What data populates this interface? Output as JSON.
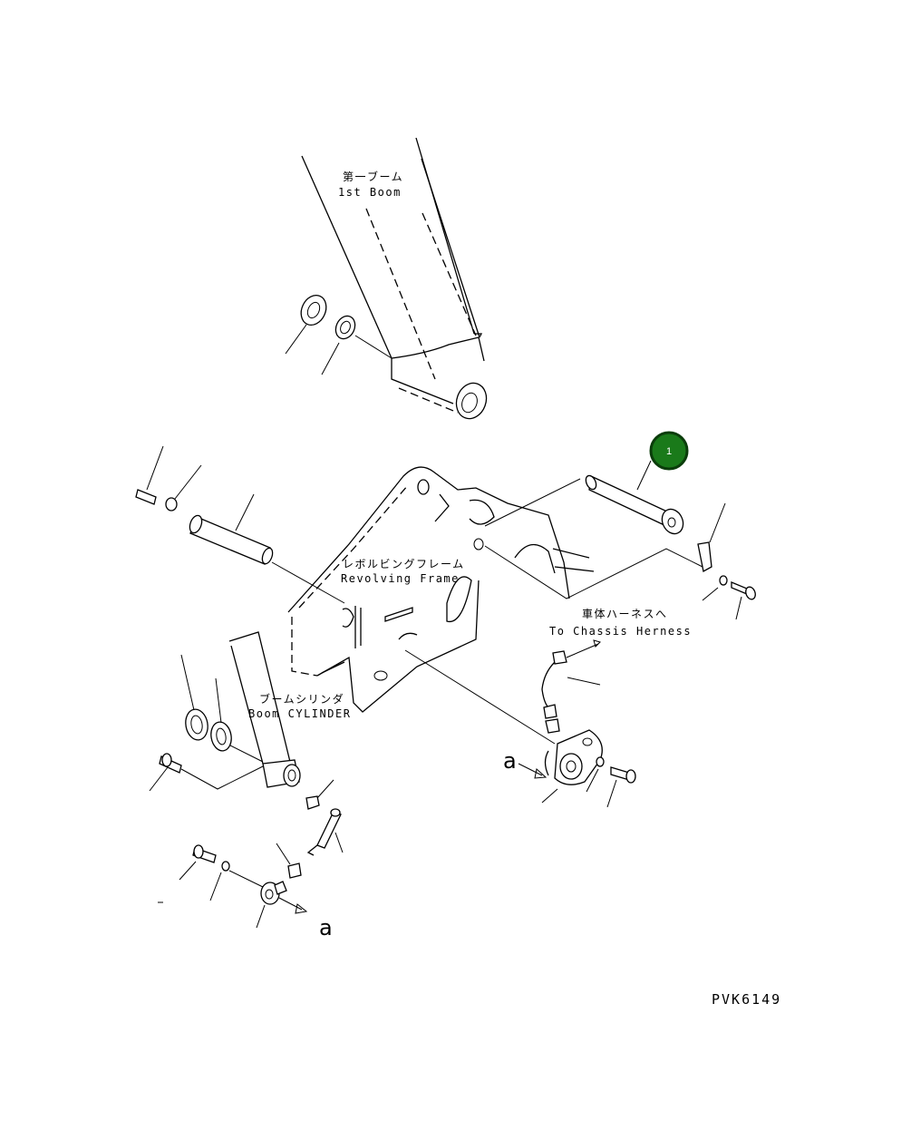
{
  "labels": {
    "first_boom_jp": "第一ブーム",
    "first_boom_en": "1st Boom",
    "revolving_frame_jp": "レボルビングフレーム",
    "revolving_frame_en": "Revolving Frame",
    "chassis_harness_jp": "車体ハーネスへ",
    "chassis_harness_en": "To Chassis Herness",
    "boom_cylinder_jp": "ブームシリンダ",
    "boom_cylinder_en": "Boom CYLINDER",
    "view_a_top": "a",
    "view_a_bottom": "a",
    "drawing_number": "PVK6149"
  },
  "callouts": [
    {
      "number": "1",
      "color": "#1a7a1a",
      "border": "#0b3d0b"
    }
  ],
  "colors": {
    "line": "#000000",
    "background": "#ffffff"
  }
}
